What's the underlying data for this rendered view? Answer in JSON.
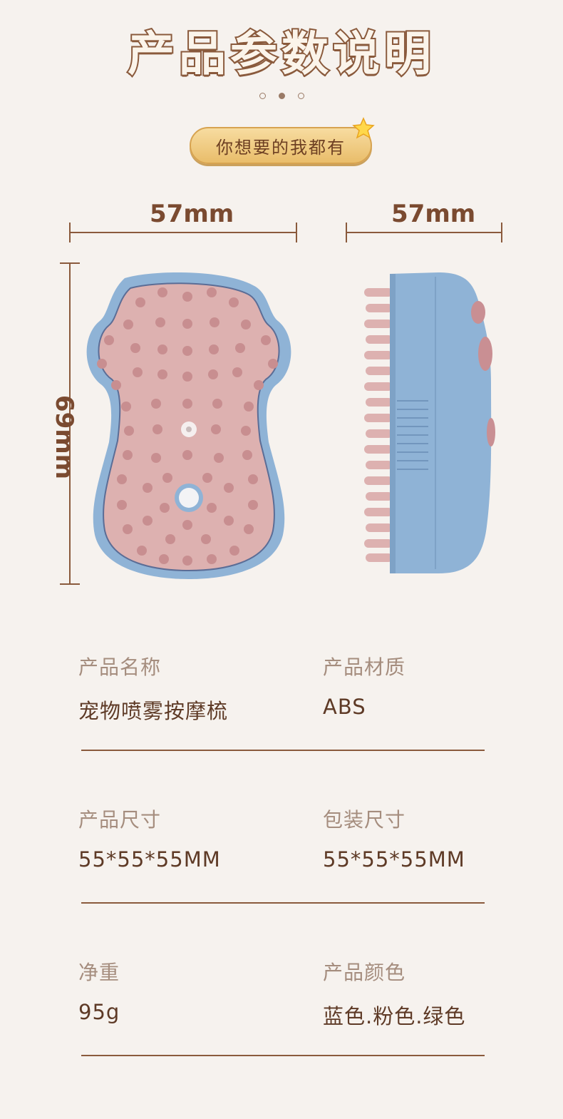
{
  "header": {
    "title": "产品参数说明",
    "badge_label": "你想要的我都有"
  },
  "carousel": {
    "count": 3,
    "active_index": 1
  },
  "dimensions": {
    "front_width": "57mm",
    "side_width": "57mm",
    "height": "69mm"
  },
  "specs": [
    {
      "label": "产品名称",
      "value": "宠物喷雾按摩梳"
    },
    {
      "label": "产品材质",
      "value": "ABS"
    },
    {
      "label": "产品尺寸",
      "value": "55*55*55MM"
    },
    {
      "label": "包装尺寸",
      "value": "55*55*55MM"
    },
    {
      "label": "净重",
      "value": "95g"
    },
    {
      "label": "产品颜色",
      "value": "蓝色.粉色.绿色"
    }
  ],
  "colors": {
    "background": "#f6f2ee",
    "title_stroke": "#8a5a3c",
    "brush_blue": "#8fb3d6",
    "brush_pink": "#ddb1b0"
  }
}
